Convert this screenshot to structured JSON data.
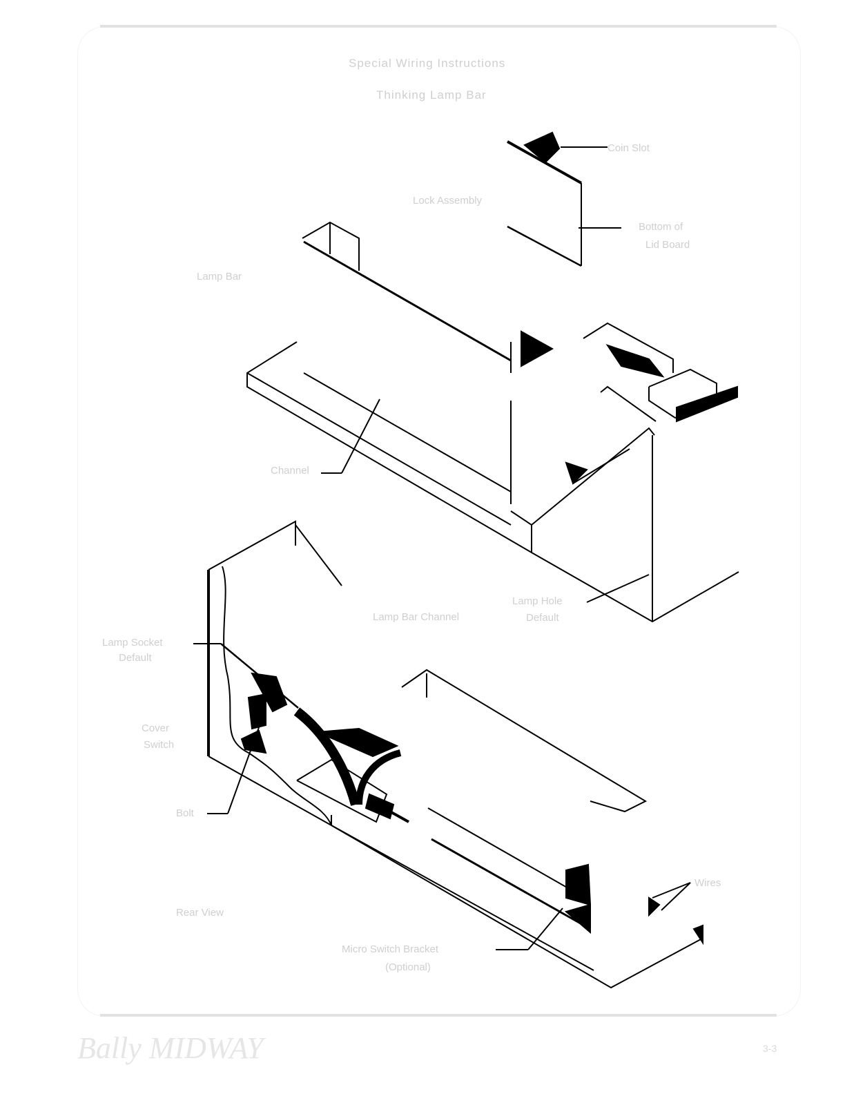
{
  "header": {
    "title_line1": "Special Wiring Instructions",
    "title_line2": "Thinking Lamp Bar"
  },
  "labels": {
    "coin_slot": "Coin Slot",
    "lock_assembly": "Lock Assembly",
    "bottom_of_lid_1": "Bottom of",
    "bottom_of_lid_2": "Lid Board",
    "lamp_bar": "Lamp Bar",
    "channel": "Channel",
    "lamp_hole_1": "Lamp Hole",
    "lamp_hole_2": "Default",
    "channel_2": "Lamp Bar Channel",
    "lamp_socket_1": "Lamp Socket",
    "lamp_socket_2": "Default",
    "cover_switch_1": "Cover",
    "cover_switch_2": "Switch",
    "bolt": "Bolt",
    "rear_view": "Rear View",
    "wires": "Wires",
    "micro_switch_1": "Micro Switch Bracket",
    "micro_switch_2": "(Optional)"
  },
  "footer": {
    "logo": "Bally MIDWAY",
    "page": "3-3"
  }
}
